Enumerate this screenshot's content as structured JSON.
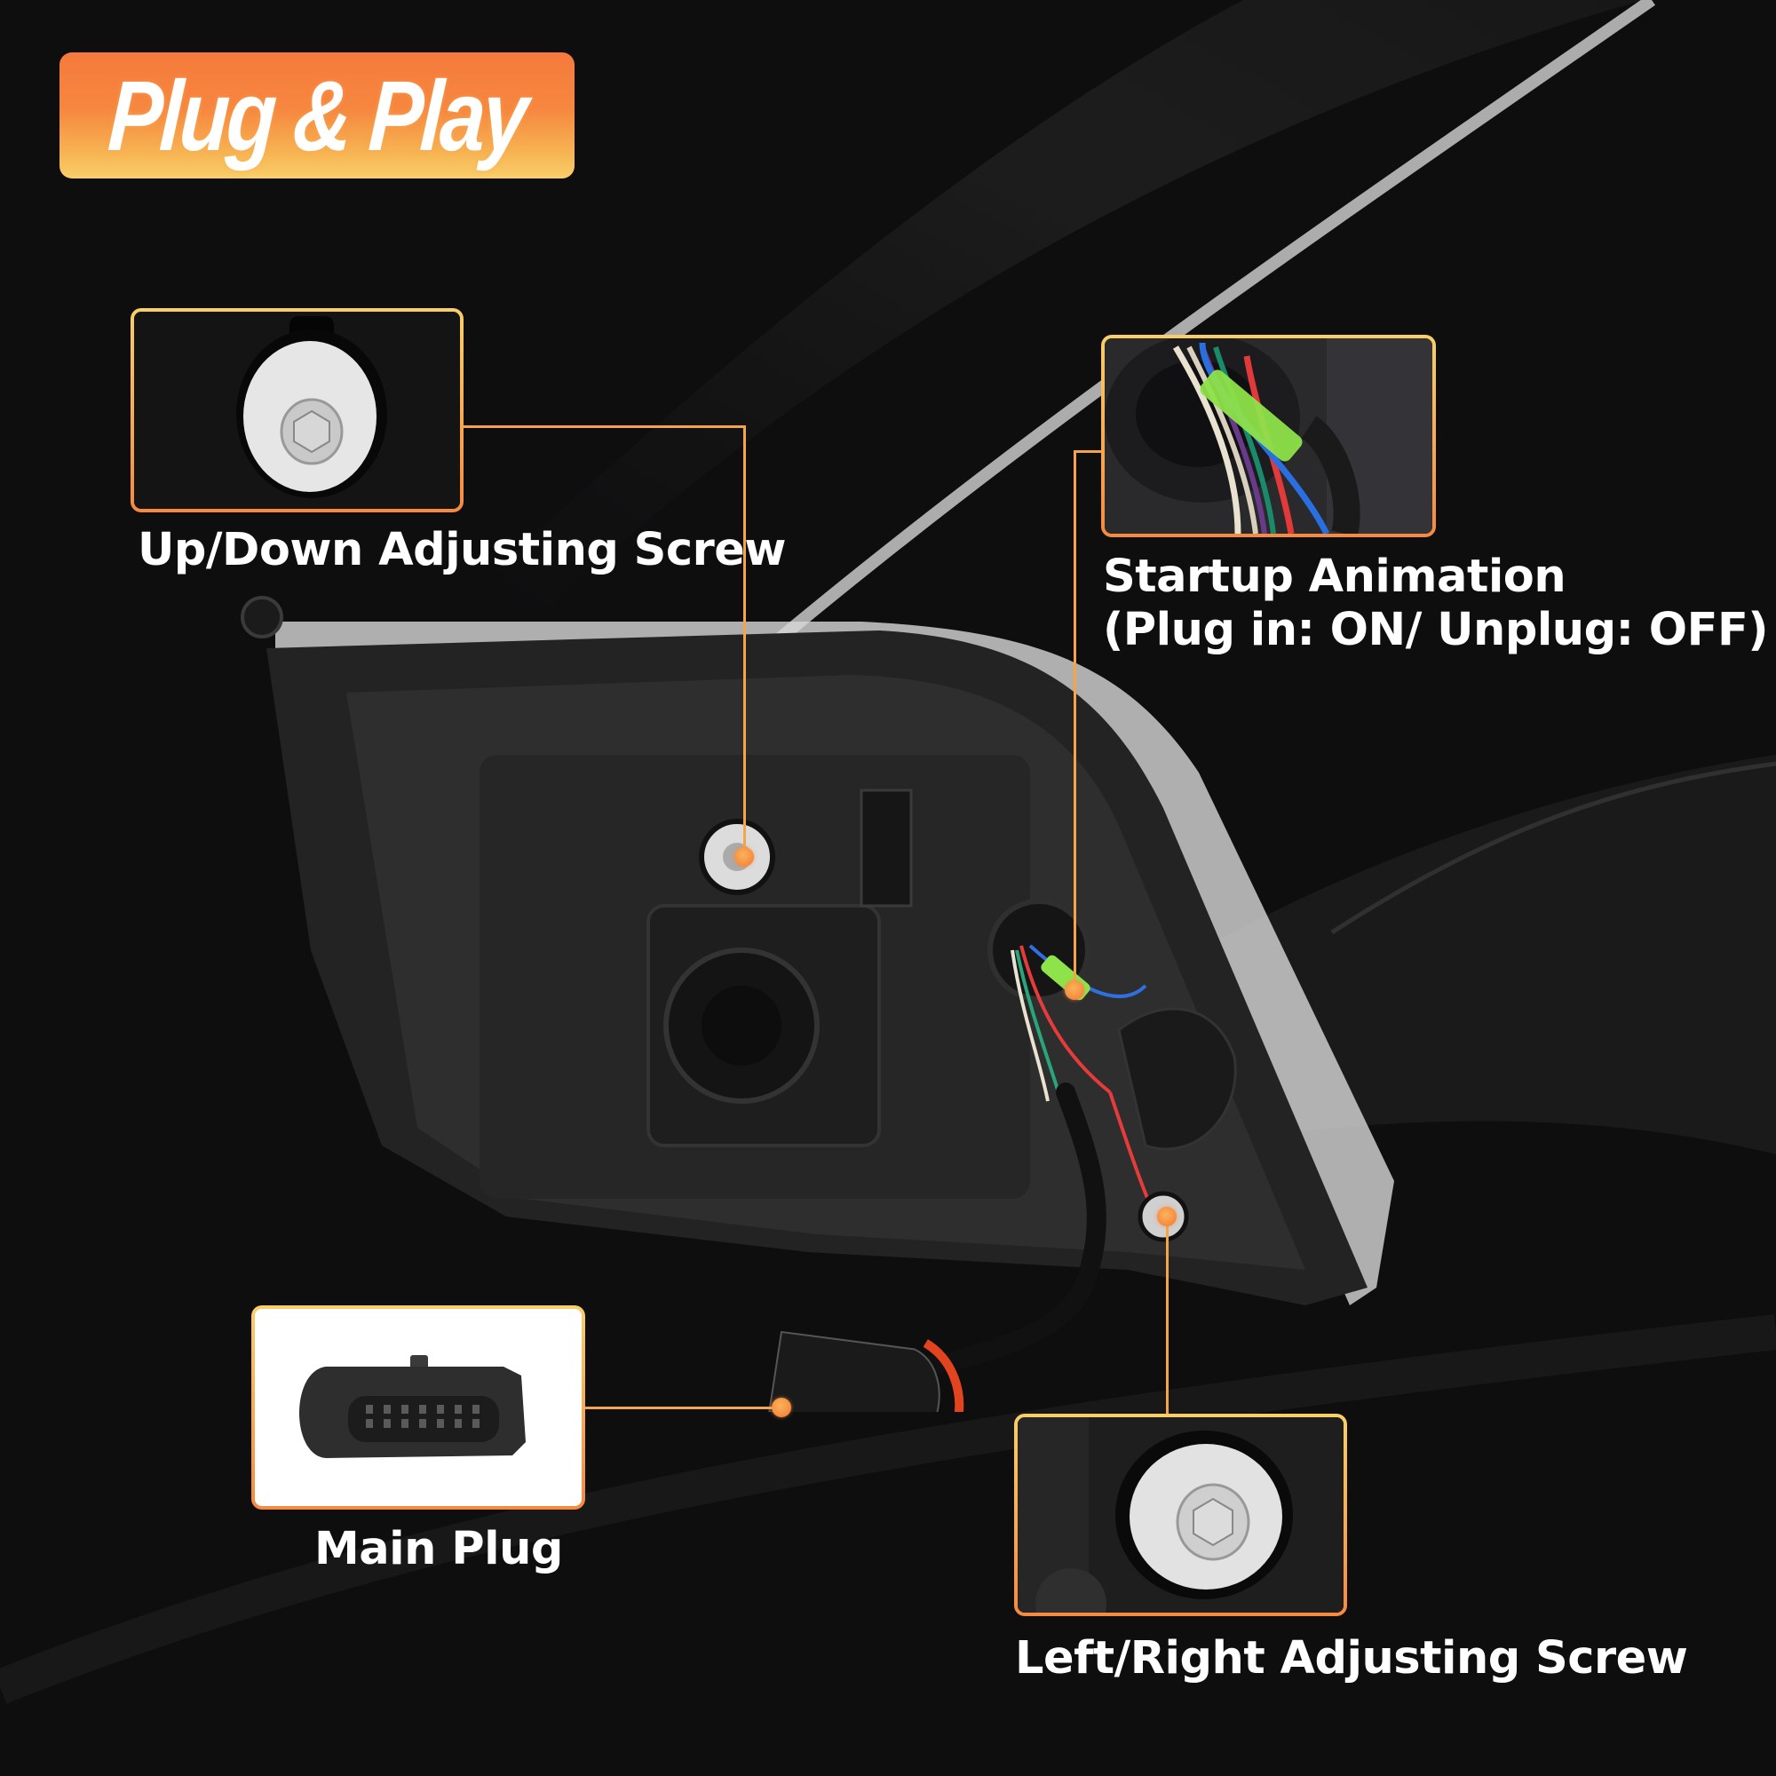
{
  "badge": {
    "text": "Plug & Play"
  },
  "callouts": [
    {
      "id": "up-down",
      "label": "Up/Down Adjusting Screw",
      "icon": "adjusting-screw-closeup"
    },
    {
      "id": "startup",
      "label_line1": "Startup Animation",
      "label_line2": "(Plug in: ON/ Unplug: OFF)",
      "icon": "wire-harness-connector-closeup"
    },
    {
      "id": "main-plug",
      "label": "Main Plug",
      "icon": "main-plug-connector"
    },
    {
      "id": "left-right",
      "label": "Left/Right Adjusting Screw",
      "icon": "adjusting-screw-closeup"
    }
  ],
  "colors": {
    "background": "#0e0e0f",
    "accent_orange": "#f6893f",
    "accent_yellow": "#f9cf6a",
    "callout_line": "#f6a44a",
    "label_text": "#ffffff"
  },
  "product": {
    "icon": "headlight-rear-view"
  }
}
